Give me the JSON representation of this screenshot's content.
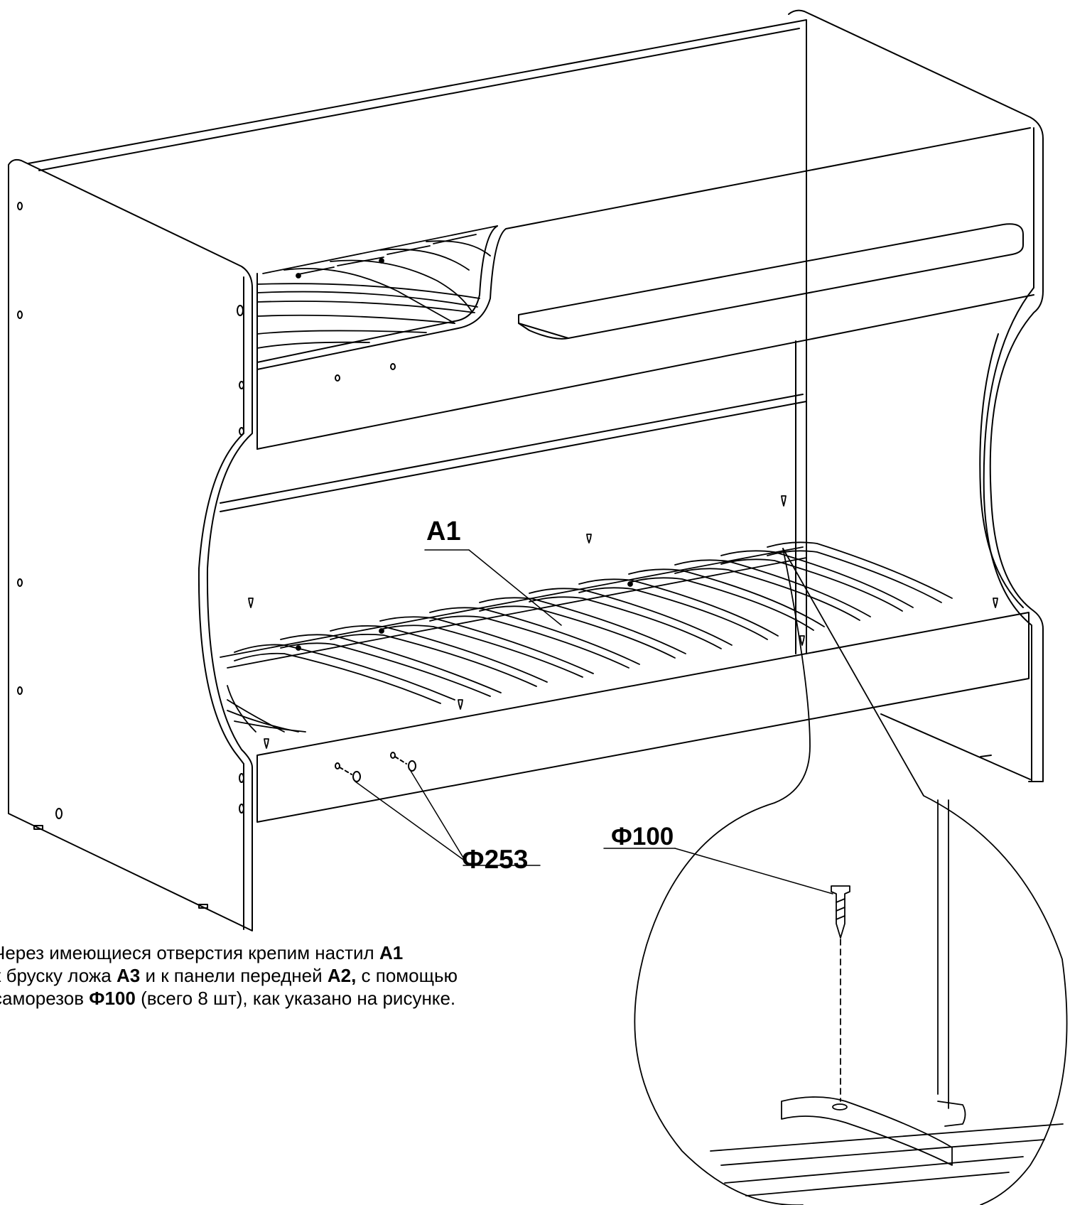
{
  "labels": {
    "part_a1": "A1",
    "fastener_f253": "Ф253",
    "fastener_f100": "Ф100"
  },
  "instructions": {
    "line1": {
      "text1": "Через имеющиеся отверстия крепим настил ",
      "bold1": "A1"
    },
    "line2": {
      "text1": "к бруску ложа ",
      "bold1": "A3",
      "text2": " и к панели передней ",
      "bold2": "A2,",
      "text3": " с помощью"
    },
    "line3": {
      "text1": "саморезов ",
      "bold1": "Ф100",
      "text2": " (всего 8 шт), как указано на рисунке."
    }
  },
  "colors": {
    "line": "#000000",
    "background": "#ffffff"
  }
}
